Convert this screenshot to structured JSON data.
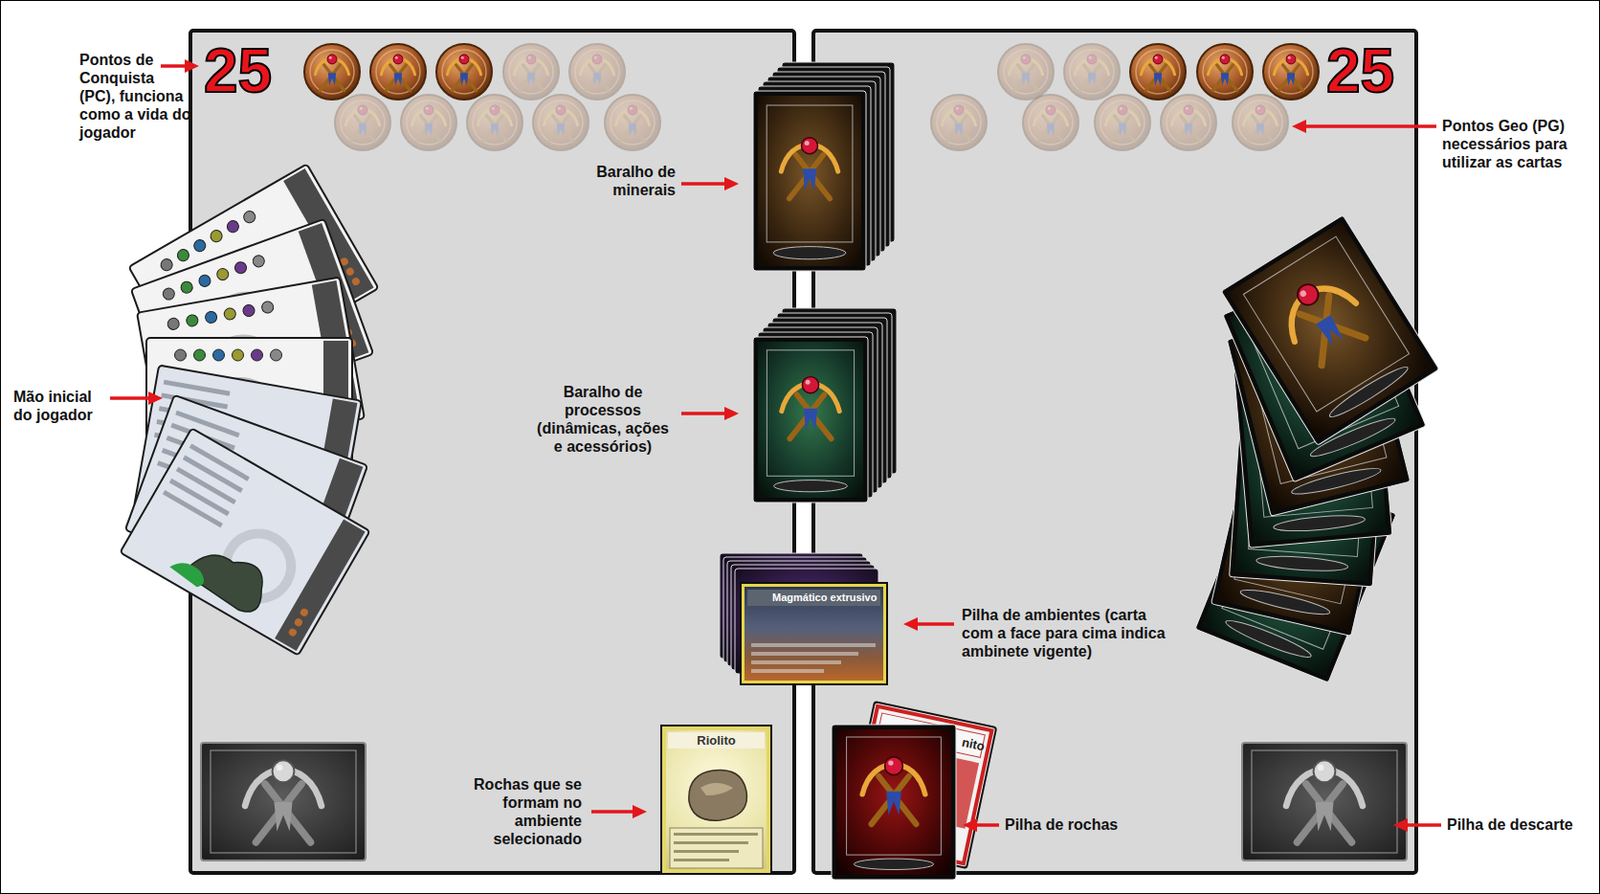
{
  "diagram": {
    "nodes": [
      {
        "text": [
          "Magmático extrusivo"
        ]
      },
      {
        "text": [
          "Riolito"
        ]
      },
      {
        "text": [
          "nito"
        ]
      }
    ],
    "labels": [
      "25",
      "Pontos de Conquista (PC), funciona como a vida do jogador",
      "25",
      "Pontos Geo (PG) necessários para utilizar as cartas",
      "Baralho de minerais",
      "Baralho de processos (dinâmicas, ações e acessórios)",
      "Mão inicial do jogador",
      "Pilha de ambientes (carta com a face para cima indica ambinete vigente)",
      "Rochas que se formam no ambiente selecionado",
      "Pilha de rochas",
      "Pilha de descarte"
    ]
  }
}
